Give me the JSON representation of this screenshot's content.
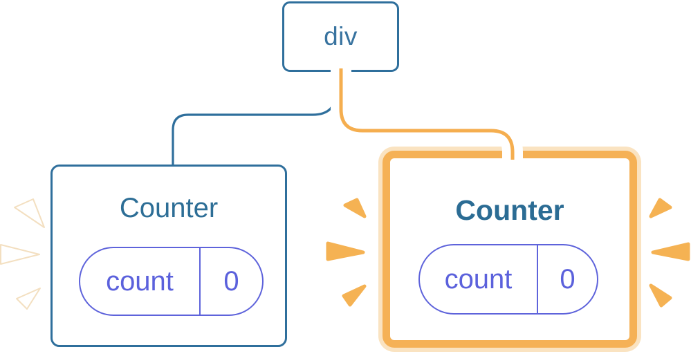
{
  "diagram": {
    "description": "React component tree diagram: a div root with two Counter children holding independent state; the second Counter is highlighted as updating",
    "root": {
      "label": "div"
    },
    "children": [
      {
        "title": "Counter",
        "state_key": "count",
        "state_value": "0",
        "highlighted": false,
        "spark_style": "white"
      },
      {
        "title": "Counter",
        "state_key": "count",
        "state_value": "0",
        "highlighted": true,
        "spark_style": "orange"
      }
    ],
    "colors": {
      "node_border_blue": "#2F6F9C",
      "node_text_blue": "#2D6E96",
      "root_text_blue": "#38739F",
      "connector_blue": "#2F6F9C",
      "connector_orange": "#F5AE4F",
      "connector_casing": "#FFFFFF",
      "highlight_border_orange": "#F5B156",
      "highlight_glow_cream": "#FAE3C1",
      "pill_indigo": "#5E63DB",
      "spark_orange": "#F5B253",
      "spark_white": "#FFFFFF",
      "background": "#FFFFFF"
    },
    "icons": [
      "burst-spark-icon-left-white",
      "burst-spark-icon-middle-orange",
      "burst-spark-icon-right-orange"
    ]
  }
}
